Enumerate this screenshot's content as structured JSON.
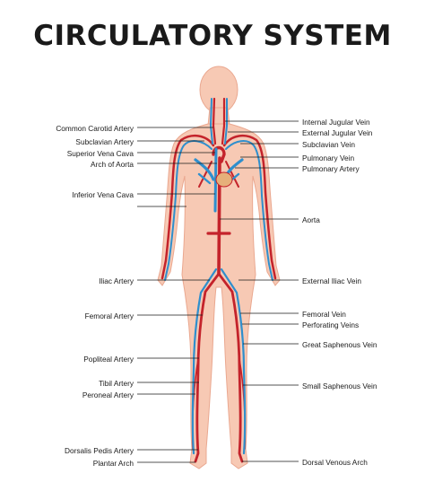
{
  "title": "CIRCULATORY SYSTEM",
  "colors": {
    "skin": "#f7c9b4",
    "skin_outline": "#eaa890",
    "artery": "#c4232b",
    "vein": "#2f8fcd",
    "leader_line": "#1a1a1a",
    "text": "#1a1a1a"
  },
  "left_labels": [
    "Common Carotid Artery",
    "Subclavian Artery",
    "Superior Vena Cava",
    "Arch of Aorta",
    "Inferior Vena Cava",
    "",
    "Iliac Artery",
    "Femoral Artery",
    "Popliteal Artery",
    "Tibil Artery",
    "Peroneal Artery",
    "Dorsalis Pedis Artery",
    "Plantar Arch"
  ],
  "right_labels": [
    "Internal Jugular Vein",
    "External Jugular Vein",
    "Subclavian Vein",
    "Pulmonary Vein",
    "Pulmonary Artery",
    "Aorta",
    "External Iliac Vein",
    "Femoral Vein",
    "Perforating Veins",
    "Great Saphenous Vein",
    "Small Saphenous Vein",
    "Dorsal Venous Arch"
  ]
}
